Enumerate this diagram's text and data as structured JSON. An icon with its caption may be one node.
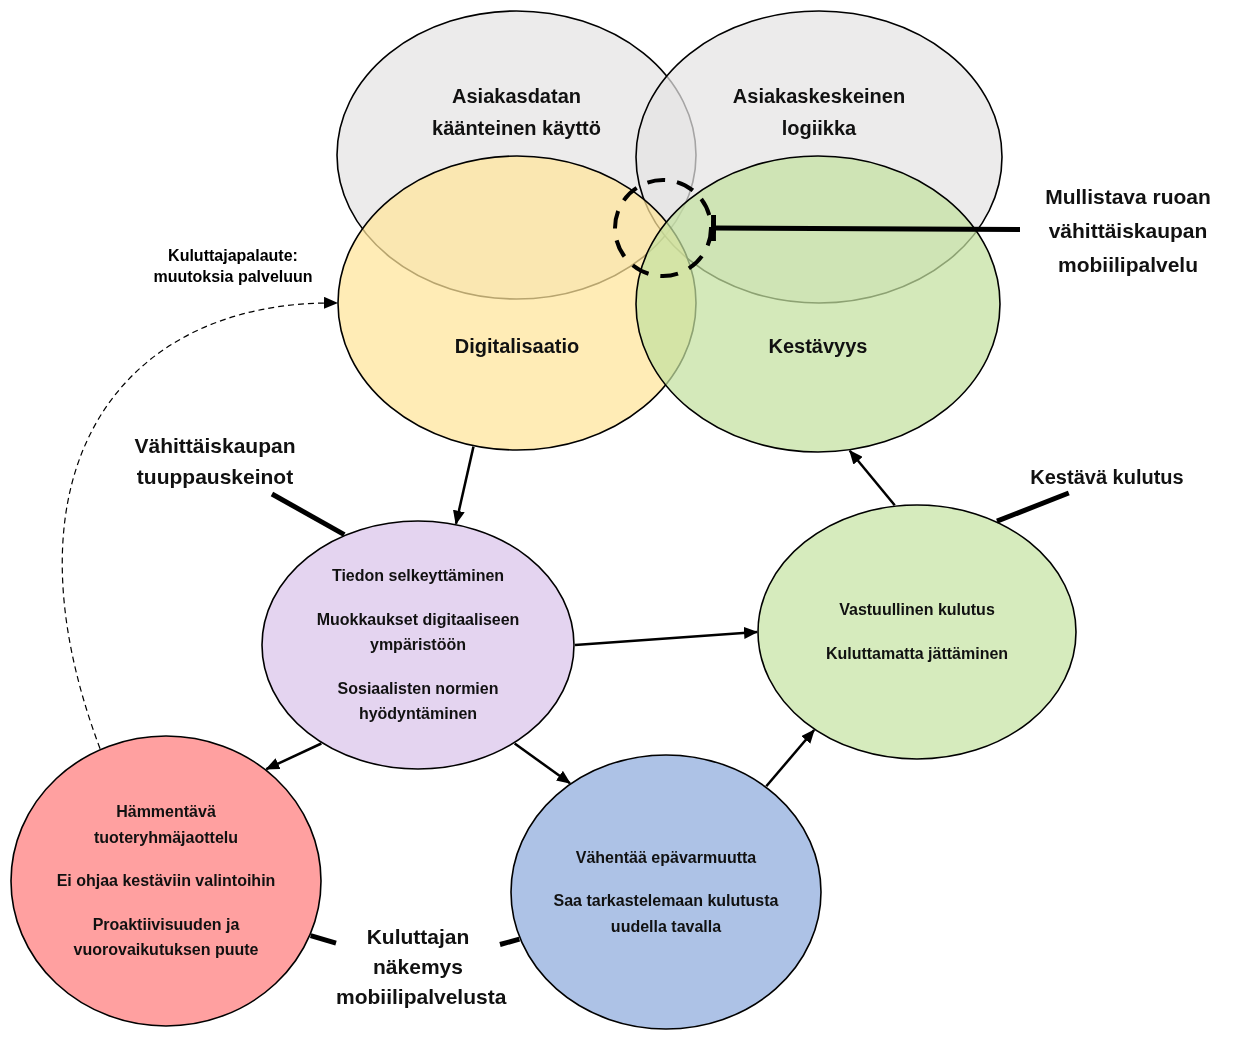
{
  "diagram": {
    "nodes": [
      {
        "text": [
          "Asiakasdatan käänteinen käyttö"
        ]
      },
      {
        "text": [
          "Asiakaskeskeinen logiikka"
        ]
      },
      {
        "text": [
          "Digitalisaatio"
        ]
      },
      {
        "text": [
          "Kestävyys"
        ]
      },
      {
        "text": [],
        "shape": "circle"
      },
      {
        "text": [
          "Mullistava ruoan vähittäiskaupan mobiilipalvelu"
        ]
      },
      {
        "text": [
          "Tiedon selkeyttäminen",
          "Muokkaukset digitaaliseen ympäristöön",
          "Sosiaalisten normien hyödyntäminen"
        ]
      },
      {
        "text": [
          "Vähittäiskaupan tuuppauskeinot"
        ]
      },
      {
        "text": [
          "Vastuullinen kulutus",
          "Kuluttamatta jättäminen"
        ]
      },
      {
        "text": [
          "Kestävä kulutus"
        ]
      },
      {
        "text": [
          "Hämmentävä tuoteryhmäjaottelu",
          "Ei ohjaa kestäviin valintoihin",
          "Proaktiivisuuden ja vuorovaikutuksen puute"
        ]
      },
      {
        "text": [
          "Vähentää epävarmuutta",
          "Saa tarkastelemaan kulutusta uudella tavalla"
        ]
      },
      {
        "text": [
          "Kuluttajan näkemys mobiilipalvelusta"
        ]
      }
    ],
    "edges": [
      {
        "from": 2,
        "to": 6,
        "arrow": "to"
      },
      {
        "from": 6,
        "to": 8,
        "arrow": "to"
      },
      {
        "from": 8,
        "to": 3,
        "arrow": "to"
      },
      {
        "from": 6,
        "to": 10,
        "arrow": "to"
      },
      {
        "from": 6,
        "to": 11,
        "arrow": "to"
      },
      {
        "from": 11,
        "to": 8,
        "arrow": "to"
      },
      {
        "from": 10,
        "to": 2,
        "arrow": "to",
        "style": "dashed",
        "label": "Kuluttajapalaute: muutoksia palveluun"
      },
      {
        "from": 5,
        "to": 4,
        "arrow": "other",
        "style": "thick"
      },
      {
        "from": 7,
        "to": 6,
        "arrow": "none",
        "style": "thick"
      },
      {
        "from": 9,
        "to": 8,
        "arrow": "none",
        "style": "thick"
      },
      {
        "from": 12,
        "to": 10,
        "arrow": "none",
        "style": "thick"
      },
      {
        "from": 12,
        "to": 11,
        "arrow": "none",
        "style": "thick"
      }
    ]
  }
}
